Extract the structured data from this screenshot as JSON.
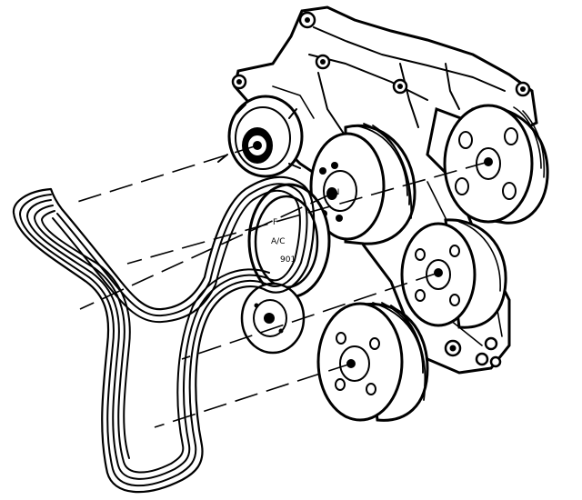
{
  "diagram": {
    "labels": [
      "F",
      "A/C",
      "901",
      "IN"
    ],
    "colors": {
      "ink": "#000000",
      "paper": "#ffffff"
    }
  }
}
